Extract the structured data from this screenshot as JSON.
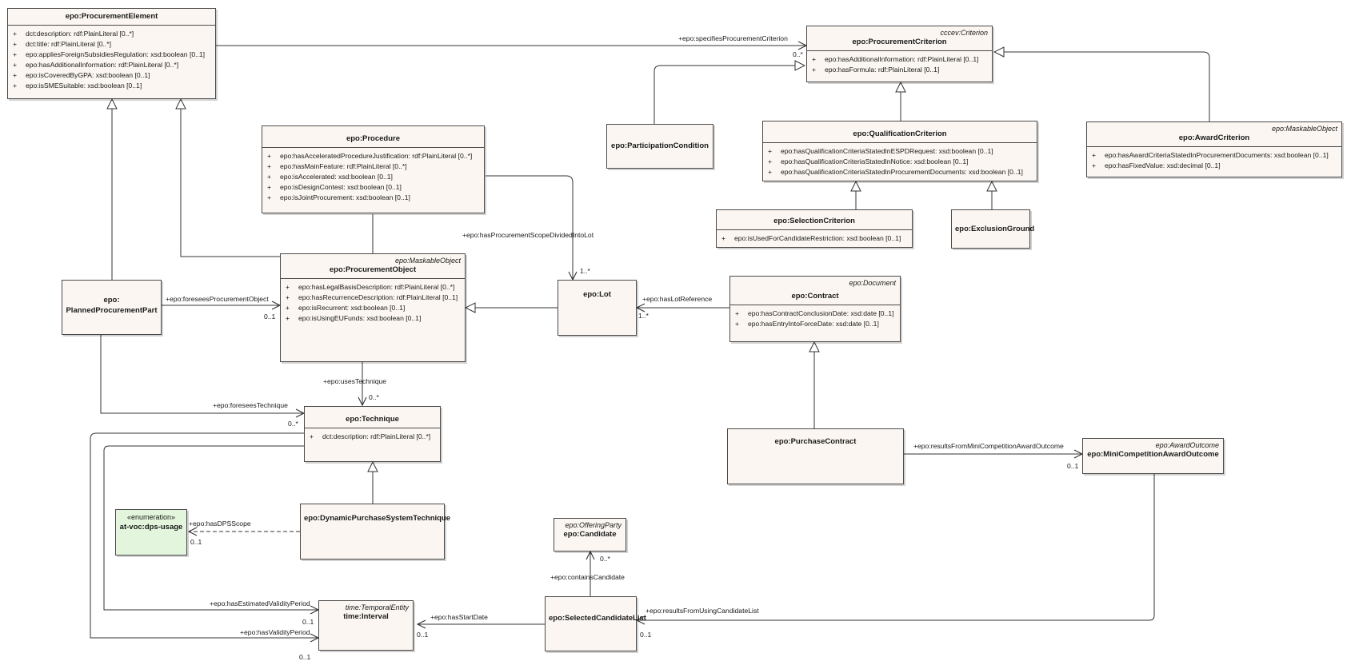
{
  "classes": {
    "procurement_element": {
      "name": "epo:ProcurementElement",
      "attrs": [
        "dct:description: rdf:PlainLiteral [0..*]",
        "dct:title: rdf:PlainLiteral [0..*]",
        "epo:appliesForeignSubsidiesRegulation: xsd:boolean [0..1]",
        "epo:hasAdditionalInformation: rdf:PlainLiteral [0..*]",
        "epo:isCoveredByGPA: xsd:boolean [0..1]",
        "epo:isSMESuitable: xsd:boolean [0..1]"
      ]
    },
    "procurement_criterion": {
      "stereotype": "cccev:Criterion",
      "name": "epo:ProcurementCriterion",
      "attrs": [
        "epo:hasAdditionalInformation: rdf:PlainLiteral [0..1]",
        "epo:hasFormula: rdf:PlainLiteral [0..1]"
      ]
    },
    "procedure": {
      "name": "epo:Procedure",
      "attrs": [
        "epo:hasAcceleratedProcedureJustification: rdf:PlainLiteral [0..*]",
        "epo:hasMainFeature: rdf:PlainLiteral [0..*]",
        "epo:isAccelerated: xsd:boolean [0..1]",
        "epo:isDesignContest: xsd:boolean [0..1]",
        "epo:isJointProcurement: xsd:boolean [0..1]"
      ]
    },
    "participation_condition": {
      "name": "epo:ParticipationCondition"
    },
    "qualification_criterion": {
      "name": "epo:QualificationCriterion",
      "attrs": [
        "epo:hasQualificationCriteriaStatedInESPDRequest: xsd:boolean [0..1]",
        "epo:hasQualificationCriteriaStatedInNotice: xsd:boolean [0..1]",
        "epo:hasQualificationCriteriaStatedInProcurementDocuments: xsd:boolean [0..1]"
      ]
    },
    "award_criterion": {
      "stereotype": "epo:MaskableObject",
      "name": "epo:AwardCriterion",
      "attrs": [
        "epo:hasAwardCriteriaStatedInProcurementDocuments: xsd:boolean [0..1]",
        "epo:hasFixedValue: xsd:decimal [0..1]"
      ]
    },
    "selection_criterion": {
      "name": "epo:SelectionCriterion",
      "attrs": [
        "epo:isUsedForCandidateRestriction: xsd:boolean [0..1]"
      ]
    },
    "exclusion_ground": {
      "name": "epo:ExclusionGround"
    },
    "procurement_object": {
      "stereotype": "epo:MaskableObject",
      "name": "epo:ProcurementObject",
      "attrs": [
        "epo:hasLegalBasisDescription: rdf:PlainLiteral [0..*]",
        "epo:hasRecurrenceDescription: rdf:PlainLiteral [0..1]",
        "epo:isRecurrent: xsd:boolean [0..1]",
        "epo:isUsingEUFunds: xsd:boolean [0..1]"
      ]
    },
    "planned_procurement_part": {
      "name_line1": "epo:",
      "name_line2": "PlannedProcurementPart"
    },
    "lot": {
      "name": "epo:Lot"
    },
    "contract": {
      "stereotype": "epo:Document",
      "name": "epo:Contract",
      "attrs": [
        "epo:hasContractConclusionDate: xsd:date [0..1]",
        "epo:hasEntryIntoForceDate: xsd:date [0..1]"
      ]
    },
    "technique": {
      "name": "epo:Technique",
      "attrs": [
        "dct:description: rdf:PlainLiteral [0..*]"
      ]
    },
    "purchase_contract": {
      "name": "epo:PurchaseContract"
    },
    "mini_competition_award_outcome": {
      "stereotype": "epo:AwardOutcome",
      "name": "epo:MiniCompetitionAwardOutcome"
    },
    "dps_technique": {
      "name": "epo:DynamicPurchaseSystemTechnique"
    },
    "dps_usage": {
      "stereotype": "«enumeration»",
      "name": "at-voc:dps-usage"
    },
    "candidate": {
      "stereotype": "epo:OfferingParty",
      "name": "epo:Candidate"
    },
    "selected_candidate_list": {
      "name": "epo:SelectedCandidateList"
    },
    "interval": {
      "stereotype": "time:TemporalEntity",
      "name": "time:Interval"
    }
  },
  "attr_prefix": "+",
  "labels": {
    "specifies_procurement_criterion": "+epo:specifiesProcurementCriterion",
    "specifies_mult": "0..*",
    "has_procurement_scope_divided_into_lot": "+epo:hasProcurementScopeDividedIntoLot",
    "divided_mult": "1..*",
    "foresees_procurement_object": "+epo:foreseesProcurementObject",
    "foresees_object_mult": "0..1",
    "has_lot_reference": "+epo:hasLotReference",
    "lot_ref_mult": "1..*",
    "uses_technique": "+epo:usesTechnique",
    "uses_technique_mult": "0..*",
    "foresees_technique": "+epo:foreseesTechnique",
    "foresees_technique_mult": "0..*",
    "results_from_mini_competition": "+epo:resultsFromMiniCompetitionAwardOutcome",
    "results_mini_mult": "0..1",
    "has_dps_scope": "+epo:hasDPSScope",
    "dps_scope_mult": "0..1",
    "contains_candidate": "+epo:containsCandidate",
    "contains_candidate_mult": "0..*",
    "has_estimated_validity_period": "+epo:hasEstimatedValidityPeriod",
    "estimated_validity_mult": "0..1",
    "has_start_date": "+epo:hasStartDate",
    "start_date_mult": "0..1",
    "has_validity_period": "+epo:hasValidityPeriod",
    "validity_mult": "0..1",
    "results_from_using_candidate_list": "+epo:resultsFromUsingCandidateList",
    "candidate_list_mult": "0..1"
  }
}
